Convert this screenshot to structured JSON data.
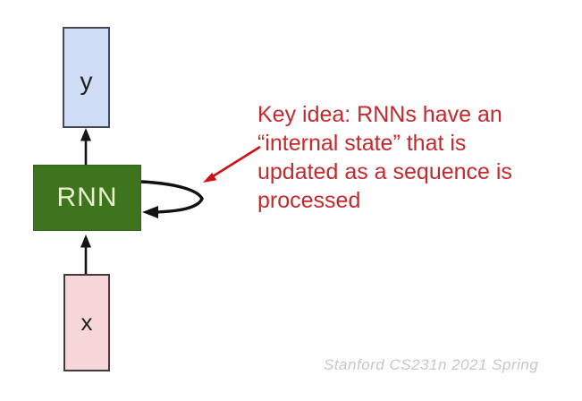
{
  "diagram": {
    "boxes": {
      "y": {
        "label": "y",
        "fill": "#cfdef6",
        "border": "#434a58"
      },
      "rnn": {
        "label": "RNN",
        "fill": "#3d741d",
        "text_color": "#e8efcb"
      },
      "x": {
        "label": "x",
        "fill": "#f8d7da",
        "border": "#47393c"
      }
    },
    "arrow_color": "#151515"
  },
  "annotation": {
    "text_color": "#c22a2e",
    "arrow_color": "#cc1313",
    "lines": [
      "Key idea: RNNs have an",
      "“internal state” that is",
      "updated as a sequence is",
      "processed"
    ]
  },
  "watermark": {
    "text": "Stanford CS231n 2021 Spring",
    "color": "#c7c7c9"
  }
}
